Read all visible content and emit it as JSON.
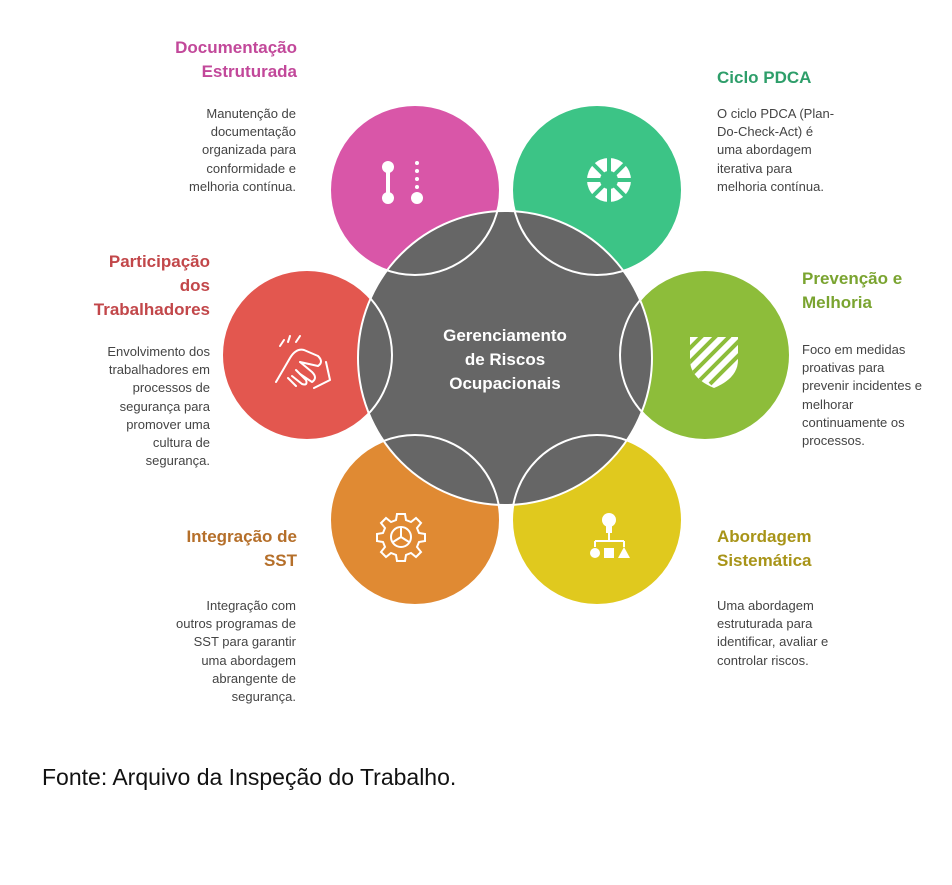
{
  "center": {
    "line1": "Gerenciamento",
    "line2": "de Riscos",
    "line3": "Ocupacionais"
  },
  "items": [
    {
      "title": "Documentação\nEstruturada",
      "description": "Manutenção de\ndocumentação\norganizada para\nconformidade e\nmelhoria contínua.",
      "color": "#D956A8",
      "title_color": "#C2489A",
      "icon": "branch-icon"
    },
    {
      "title": "Ciclo PDCA",
      "description": "O ciclo PDCA (Plan-\nDo-Check-Act) é\numa abordagem\niterativa para\nmelhoria contínua.",
      "color": "#3CC486",
      "title_color": "#2E9E6A",
      "icon": "cycle-icon"
    },
    {
      "title": "Prevenção e\nMelhoria",
      "description": "Foco em medidas\nproativas para\nprevenir incidentes e\nmelhorar\ncontinuamente os\nprocessos.",
      "color": "#8DBD3A",
      "title_color": "#7AA430",
      "icon": "shield-icon"
    },
    {
      "title": "Abordagem\nSistemática",
      "description": "Uma abordagem\nestruturada para\nidentificar, avaliar e\ncontrolar riscos.",
      "color": "#E0C91E",
      "title_color": "#A89418",
      "icon": "hierarchy-icon"
    },
    {
      "title": "Integração de\nSST",
      "description": "Integração com\noutros programas de\nSST para garantir\numa abordagem\nabrangente de\nsegurança.",
      "color": "#E08A33",
      "title_color": "#B56F2A",
      "icon": "gear-icon"
    },
    {
      "title": "Participação\ndos\nTrabalhadores",
      "description": "Envolvimento dos\ntrabalhadores em\nprocessos de\nsegurança para\npromover uma\ncultura de\nsegurança.",
      "color": "#E3574F",
      "title_color": "#C2474A",
      "icon": "handshake-icon"
    }
  ],
  "center_color": "#666666",
  "caption": "Fonte: Arquivo da Inspeção do Trabalho."
}
